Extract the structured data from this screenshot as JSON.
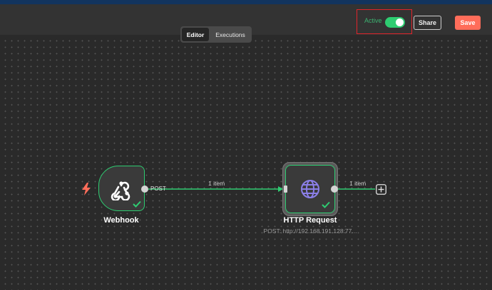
{
  "header": {
    "active_label": "Active",
    "active_on": true,
    "share_label": "Share",
    "save_label": "Save"
  },
  "tabs": [
    {
      "label": "Editor",
      "selected": true
    },
    {
      "label": "Executions",
      "selected": false
    }
  ],
  "nodes": {
    "webhook": {
      "title": "Webhook",
      "icon": "webhook-icon",
      "status": "success",
      "trigger_icon": "lightning-bolt-icon"
    },
    "http": {
      "title": "HTTP Request",
      "subtitle": "POST: http://192.168.191.128:77...",
      "icon": "globe-icon",
      "status": "success"
    }
  },
  "connections": {
    "webhook_output_label": "POST",
    "webhook_to_http_label": "1 item",
    "http_output_label": "1 item"
  },
  "colors": {
    "success": "#2ecc71",
    "save": "#ff6d5a",
    "highlight_box": "#e0242b",
    "globe": "#8b7fe8",
    "trigger": "#ff6d5a"
  }
}
